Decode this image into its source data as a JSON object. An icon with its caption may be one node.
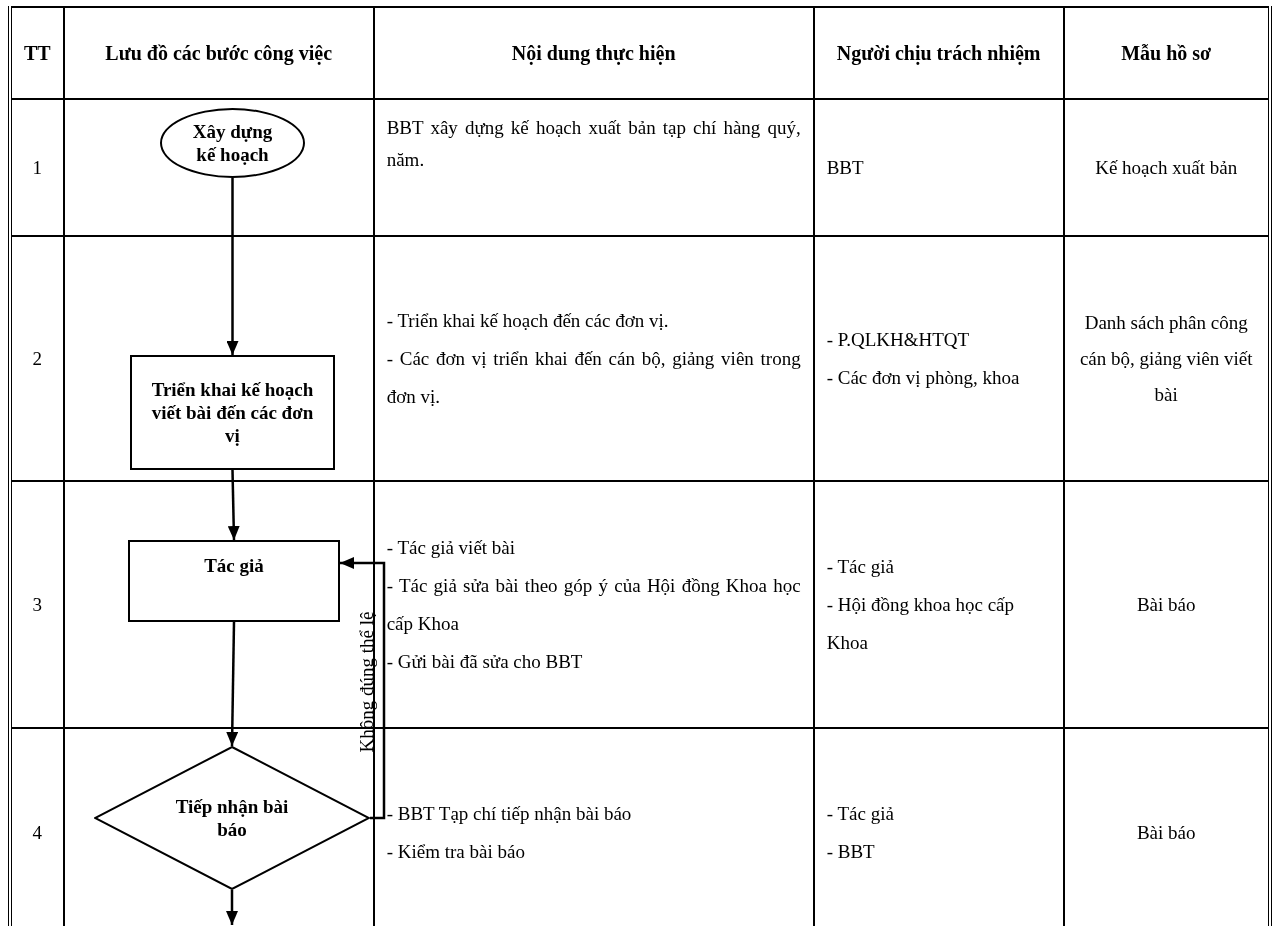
{
  "diagram": {
    "nodes": [
      {
        "text": [
          "Xây dựng kế hoạch"
        ]
      },
      {
        "text": [
          "Triển khai kế hoạch viết bài đến các đơn vị"
        ]
      },
      {
        "text": [
          "Tác giả"
        ]
      },
      {
        "text": [
          "Tiếp nhận bài báo"
        ]
      }
    ],
    "edges": [
      {
        "from": 0,
        "to": 1,
        "arrow": "to"
      },
      {
        "from": 1,
        "to": 2,
        "arrow": "to"
      },
      {
        "from": 2,
        "to": 3,
        "arrow": "to"
      },
      {
        "from": 3,
        "to": 2,
        "arrow": "to",
        "label": "Không đúng thể lệ"
      },
      {
        "from": 3,
        "to": null,
        "arrow": "to"
      }
    ],
    "labels": [
      "TT",
      "Lưu đồ các bước công việc",
      "Nội dung thực hiện",
      "Người chịu trách nhiệm",
      "Mẫu hồ sơ",
      "1",
      "BBT xây dựng kế hoạch xuất bản tạp chí hàng quý, năm.",
      "BBT",
      "Kế hoạch xuất bản",
      "2",
      "- Triển khai kế hoạch đến các đơn vị.",
      "- Các đơn vị triển khai đến cán bộ, giảng viên trong đơn vị.",
      "- P.QLKH&HTQT",
      "- Các đơn vị phòng, khoa",
      "Danh sách phân công cán bộ, giảng viên viết bài",
      "3",
      "- Tác giả viết bài",
      "- Tác giả sửa bài theo góp ý của Hội đồng Khoa học cấp Khoa",
      "- Gửi bài đã sửa cho BBT",
      "- Tác giả",
      "- Hội đồng khoa học cấp Khoa",
      "Bài báo",
      "4",
      "- BBT Tạp chí tiếp nhận bài báo",
      "- Kiểm tra bài báo",
      "- Tác giả",
      "- BBT",
      "Bài báo"
    ]
  }
}
